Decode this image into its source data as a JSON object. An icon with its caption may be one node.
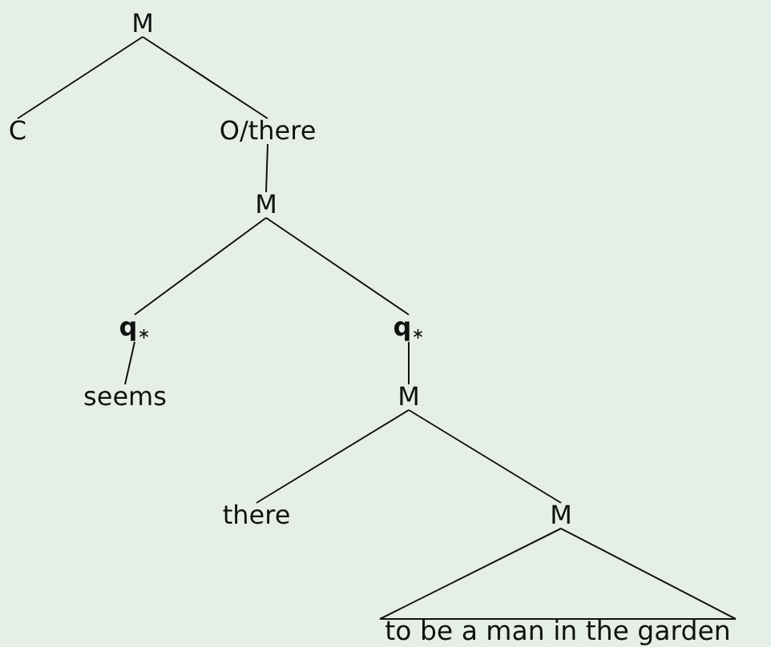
{
  "diagram": {
    "nodes": [
      {
        "text": [
          "M"
        ]
      },
      {
        "text": [
          "C"
        ]
      },
      {
        "text": [
          "O/there"
        ]
      },
      {
        "text": [
          "M"
        ]
      },
      {
        "text": [
          "**q**$_{∗}$"
        ]
      },
      {
        "text": [
          "seems"
        ]
      },
      {
        "text": [
          "**q**$_{∗}$"
        ]
      },
      {
        "text": [
          "M"
        ]
      },
      {
        "text": [
          "there"
        ]
      },
      {
        "text": [
          "M"
        ]
      },
      {
        "text": [
          "to be a man in the garden"
        ]
      }
    ],
    "edges": [
      {
        "from": 0,
        "to": 1,
        "arrow": "none"
      },
      {
        "from": 0,
        "to": 2,
        "arrow": "none"
      },
      {
        "from": 2,
        "to": 3,
        "arrow": "none"
      },
      {
        "from": 3,
        "to": 4,
        "arrow": "none"
      },
      {
        "from": 3,
        "to": 6,
        "arrow": "none"
      },
      {
        "from": 4,
        "to": 5,
        "arrow": "none"
      },
      {
        "from": 6,
        "to": 7,
        "arrow": "none"
      },
      {
        "from": 7,
        "to": 8,
        "arrow": "none"
      },
      {
        "from": 7,
        "to": 9,
        "arrow": "none"
      },
      {
        "from": 9,
        "to": 10,
        "arrow": "none"
      }
    ]
  }
}
